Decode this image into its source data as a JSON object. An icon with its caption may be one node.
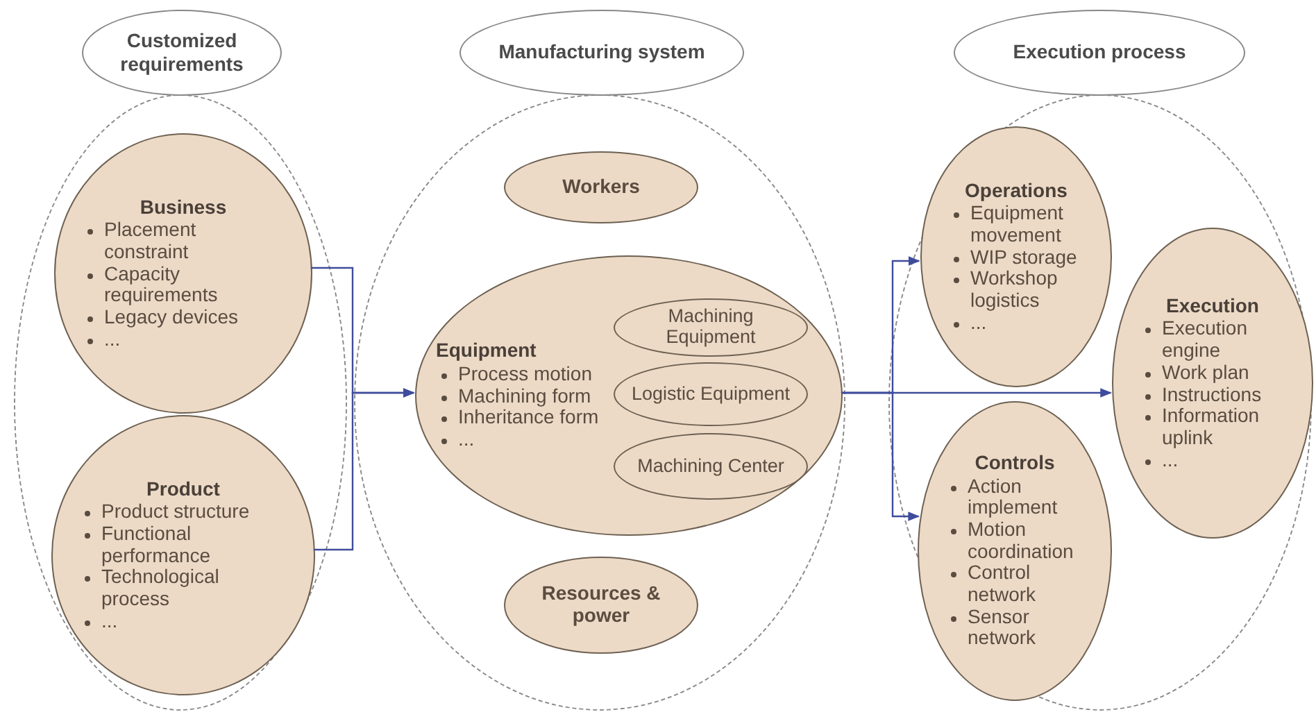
{
  "diagram": {
    "nodes": [
      {
        "text": [
          "Customized requirements"
        ]
      },
      {
        "text": [
          "Business",
          "Placement constraint",
          "Capacity requirements",
          "Legacy devices",
          "..."
        ],
        "in": 0
      },
      {
        "text": [
          "Product",
          "Product structure",
          "Functional performance",
          "Technological process",
          "..."
        ],
        "in": 0
      },
      {
        "text": [
          "Manufacturing system"
        ]
      },
      {
        "text": [
          "Workers"
        ],
        "in": 3
      },
      {
        "text": [
          "Equipment",
          "Process motion",
          "Machining form",
          "Inheritance form",
          "..."
        ],
        "in": 3
      },
      {
        "text": [
          "Machining Equipment"
        ],
        "in": 5
      },
      {
        "text": [
          "Logistic Equipment"
        ],
        "in": 5
      },
      {
        "text": [
          "Machining Center"
        ],
        "in": 5
      },
      {
        "text": [
          "Resources & power"
        ],
        "in": 3
      },
      {
        "text": [
          "Execution process"
        ]
      },
      {
        "text": [
          "Operations",
          "Equipment movement",
          "WIP storage",
          "Workshop logistics",
          "..."
        ],
        "in": 10
      },
      {
        "text": [
          "Controls",
          "Action implement",
          "Motion coordination",
          "Control network",
          "Sensor network"
        ],
        "in": 10
      },
      {
        "text": [
          "Execution",
          "Execution engine",
          "Work plan",
          "Instructions",
          "Information uplink",
          "..."
        ],
        "in": 10
      }
    ],
    "edges": [
      {
        "from": 1,
        "to": 5,
        "arrow": "to"
      },
      {
        "from": 2,
        "to": 5,
        "arrow": "to"
      },
      {
        "from": 5,
        "to": 11,
        "arrow": "to"
      },
      {
        "from": 5,
        "to": 12,
        "arrow": "to"
      },
      {
        "from": 5,
        "to": 13,
        "arrow": "to"
      }
    ]
  }
}
